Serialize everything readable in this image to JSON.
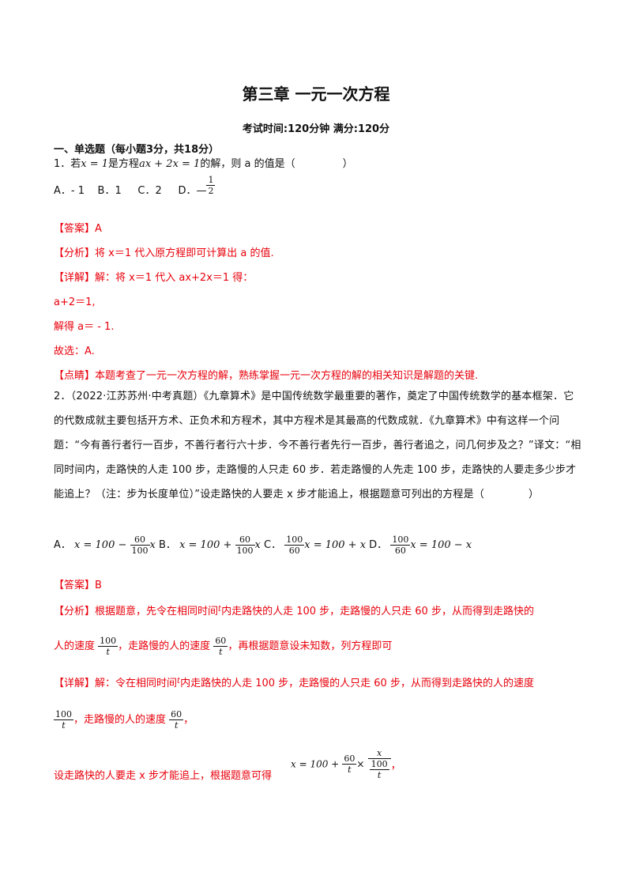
{
  "doc": {
    "title": "第三章 一元一次方程",
    "subtitle": "考试时间:120分钟   满分:120分",
    "section": "一、单选题（每小题3分，共18分）"
  },
  "q1": {
    "stem_pre": "1．若",
    "eq1": "x = 1",
    "stem_mid": "是方程",
    "eq2": "ax + 2x = 1",
    "stem_post": "的解，则 a 的值是（",
    "paren_close": "）",
    "options": {
      "a": "A．- 1",
      "b": "B．1",
      "c": "C．2",
      "d_label": "D．",
      "d_minus": "—",
      "d_num": "1",
      "d_den": "2"
    },
    "answer": "【答案】A",
    "analysis_tag": "【分析】",
    "analysis": "将 x＝1 代入原方程即可计算出 a 的值.",
    "detail_tag": "【详解】",
    "detail": "解：将 x＝1 代入 ax+2x＝1 得：",
    "line2": "a+2＝1,",
    "line3": "解得 a＝ - 1.",
    "line4": "故选：A.",
    "comment_tag": "【点睛】",
    "comment": "本题考查了一元一次方程的解，熟练掌握一元一次方程的解的相关知识是解题的关键."
  },
  "q2": {
    "text_1": "2．（2022·江苏苏州·中考真题）《九章算术》是中国传统数学最重要的著作，奠定了中国传统数学的基本框架．它的代数成就主要包括开方术、正负术和方程术，其中方程术是其最高的代数成就．《九章算术》中有这样一个问题：“今有善行者行一百步，不善行者行六十步．今不善行者先行一百步，善行者追之，问几何步及之？”译文：“相同时间内，走路快的人走 100 步，走路慢的人只走 60 步．若走路慢的人先走 100 步，走路快的人要走多少步才能追上？（注：步为长度单位）”设走路快的人要走 x 步才能追上，根据题意可列出的方程是（",
    "paren_close": "）",
    "opt_a_label": "A．",
    "opt_b_label": "B．",
    "opt_c_label": "C．",
    "opt_d_label": "D．",
    "opt_a_lhs": "x = 100 −",
    "opt_a_rhs": "x",
    "opt_b_lhs": "x = 100 +",
    "opt_b_rhs": "x",
    "opt_c_rhs": "x = 100 + x",
    "opt_d_rhs": "x = 100 − x",
    "n60": "60",
    "n100": "100",
    "answer": "【答案】B",
    "analysis_tag": "【分析】",
    "analysis_1": "根据题意，先令在相同时间",
    "t": "t",
    "analysis_2": "内走路快的人走 100 步，走路慢的人只走 60 步，从而得到走路快的",
    "analysis_3": "人的速度",
    "analysis_4": "，走路慢的人的速度",
    "analysis_5": "，再根据题意设未知数，列方程即可",
    "detail_tag": "【详解】",
    "detail_1": "解：令在相同时间",
    "detail_2": "内走路快的人走 100 步，走路慢的人只走 60 步，从而得到走路快的人的速度",
    "detail_3": "，走路慢的人的速度",
    "detail_4": "，",
    "detail_5": "设走路快的人要走 x 步才能追上，根据题意可得",
    "eq_lhs": "x = 100 +",
    "times": "×",
    "comma": "，"
  }
}
